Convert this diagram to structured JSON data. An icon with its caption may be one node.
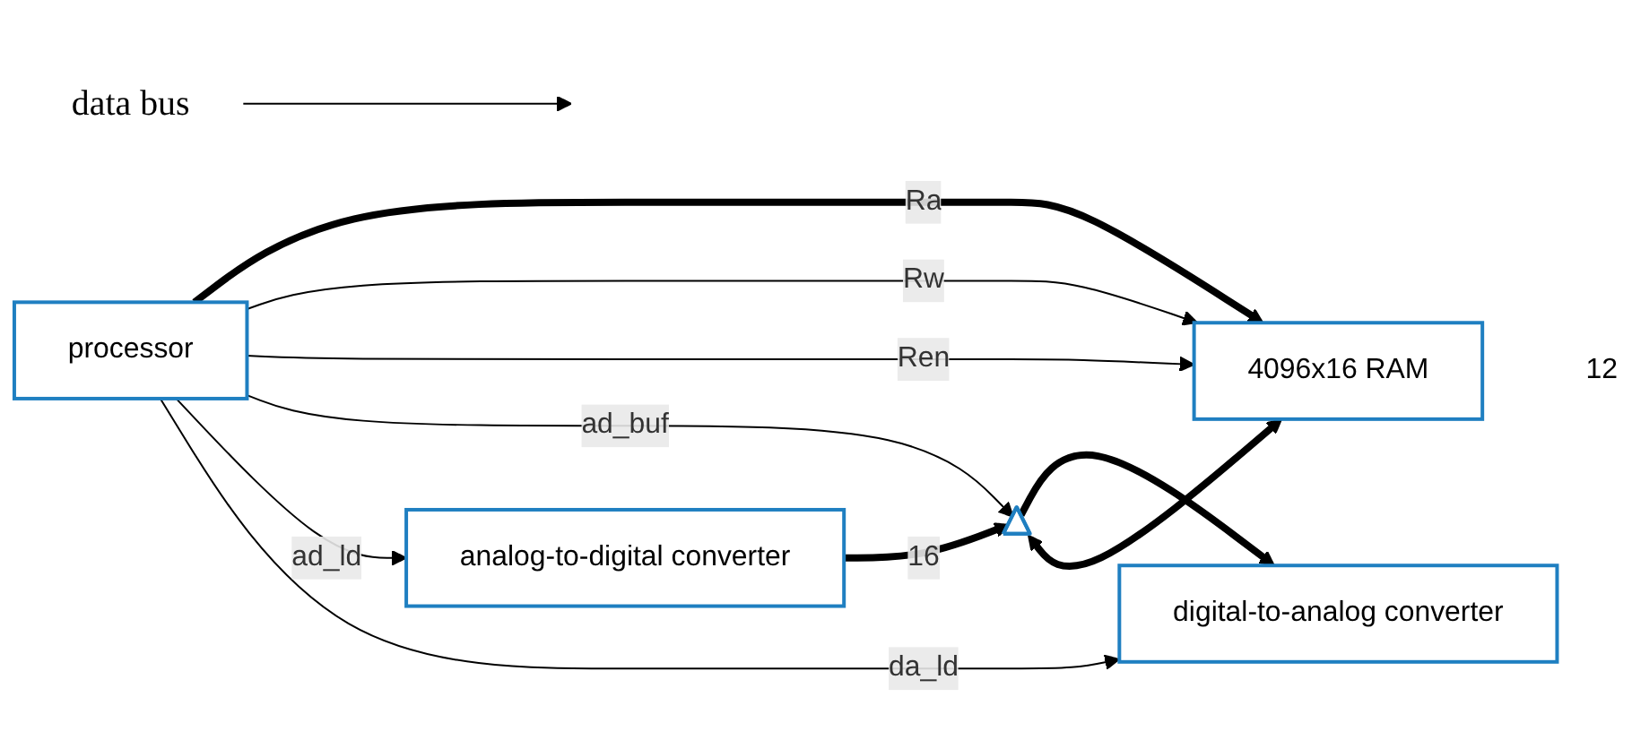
{
  "diagram": {
    "nodes": [
      {
        "text": [
          "4096x16 RAM"
        ]
      },
      {
        "text": [
          "analog-to-digital converter"
        ]
      },
      {
        "text": [],
        "shape": "triangle"
      },
      {
        "text": [
          "digital-to-analog converter"
        ]
      },
      {
        "text": [
          "processor"
        ]
      },
      {
        "text": [
          "data bus"
        ]
      }
    ],
    "edges": [
      {
        "from": 1,
        "to": 2,
        "arrow": "to",
        "label": "16",
        "style": "thick"
      },
      {
        "from": 2,
        "to": 3,
        "arrow": "to",
        "style": "thick"
      },
      {
        "from": 2,
        "to": 0,
        "arrow": "both",
        "style": "thick"
      },
      {
        "from": 4,
        "to": 0,
        "arrow": "to",
        "label": "Ra",
        "style": "thick"
      },
      {
        "from": 4,
        "to": 0,
        "arrow": "to",
        "label": "Rw"
      },
      {
        "from": 4,
        "to": 0,
        "arrow": "to",
        "label": "Ren"
      },
      {
        "from": 4,
        "to": 2,
        "arrow": "to",
        "label": "ad_buf"
      },
      {
        "from": 4,
        "to": 1,
        "arrow": "to",
        "label": "ad_ld"
      },
      {
        "from": 4,
        "to": 3,
        "arrow": "to",
        "label": "da_ld"
      },
      {
        "from": 5,
        "to": null,
        "arrow": "to"
      }
    ],
    "labels": [
      "12"
    ]
  }
}
